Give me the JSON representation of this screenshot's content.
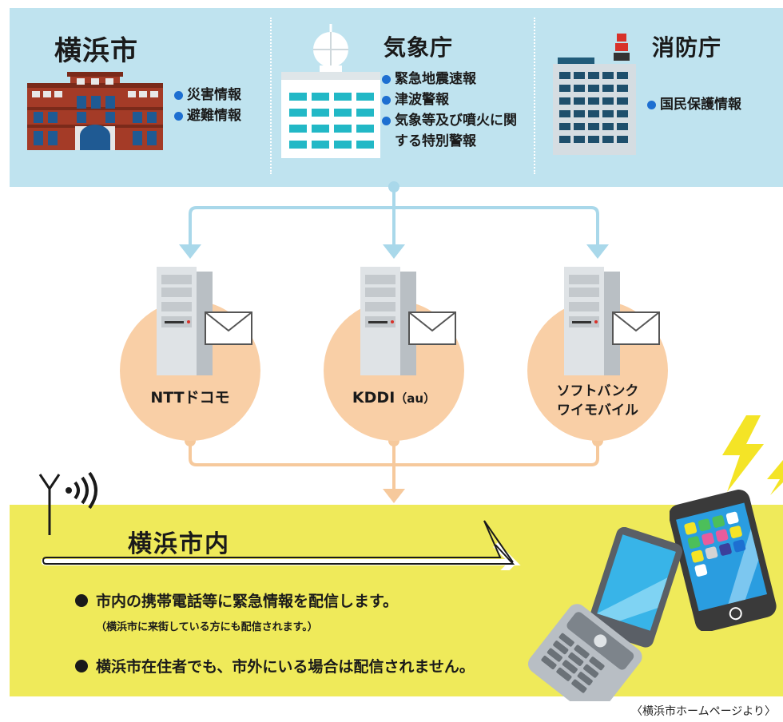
{
  "sources": [
    {
      "name": "横浜市",
      "items": [
        "災害情報",
        "避難情報"
      ]
    },
    {
      "name": "気象庁",
      "items": [
        "緊急地震速報",
        "津波警報",
        "気象等及び噴火に関する特別警報"
      ]
    },
    {
      "name": "消防庁",
      "items": [
        "国民保護情報"
      ]
    }
  ],
  "carriers": [
    {
      "name": "NTTドコモ"
    },
    {
      "name": "KDDI",
      "suffix": "（au）"
    },
    {
      "line1": "ソフトバンク",
      "line2": "ワイモバイル"
    }
  ],
  "area": {
    "label": "横浜市内"
  },
  "notes": [
    {
      "text": "市内の携帯電話等に緊急情報を配信します。",
      "sub": "（横浜市に来街している方にも配信されます。）"
    },
    {
      "text": "横浜市在住者でも、市外にいる場合は配信されません。"
    }
  ],
  "source_credit": "〈横浜市ホームページより〉",
  "colors": {
    "top_band": "#bfe3ef",
    "bottom_band": "#efea5a",
    "carrier_circle": "#f9cfa6",
    "arrow_top": "#a9d8ea",
    "arrow_bottom": "#f6c99c",
    "bullet": "#1d6fd1"
  },
  "icons": [
    "city-hall-icon",
    "weather-agency-icon",
    "fire-agency-icon",
    "server-icon",
    "mail-icon",
    "antenna-icon",
    "lightning-icon",
    "smartphone-icon",
    "flip-phone-icon"
  ]
}
